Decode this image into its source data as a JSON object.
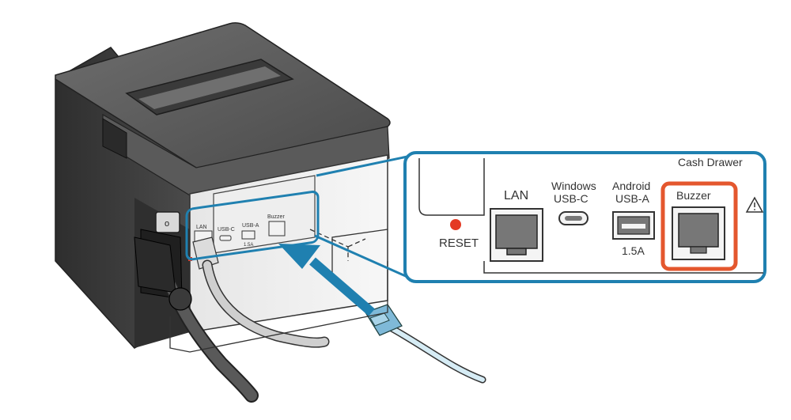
{
  "printer": {
    "port_labels_small": {
      "lan": "LAN",
      "usb_c": "USB-C",
      "usb_a": "USB-A",
      "usb_a_current": "1.5A",
      "buzzer": "Buzzer"
    }
  },
  "callout": {
    "reset": "RESET",
    "lan": "LAN",
    "usb_c_line1": "Windows",
    "usb_c_line2": "USB-C",
    "usb_a_line1": "Android",
    "usb_a_line2": "USB-A",
    "usb_a_current": "1.5A",
    "cash_drawer": "Cash Drawer",
    "buzzer": "Buzzer"
  },
  "colors": {
    "callout_border": "#1f80b0",
    "arrow": "#1f80b0",
    "highlight": "#e4572e",
    "reset_led": "#e43a24",
    "printer_top": "#5a5a5a",
    "printer_side": "#3c3c3c",
    "connector": "#7fb9d8"
  },
  "icons": {
    "warning": "warning-triangle-icon",
    "arrow": "insert-arrow-icon"
  }
}
